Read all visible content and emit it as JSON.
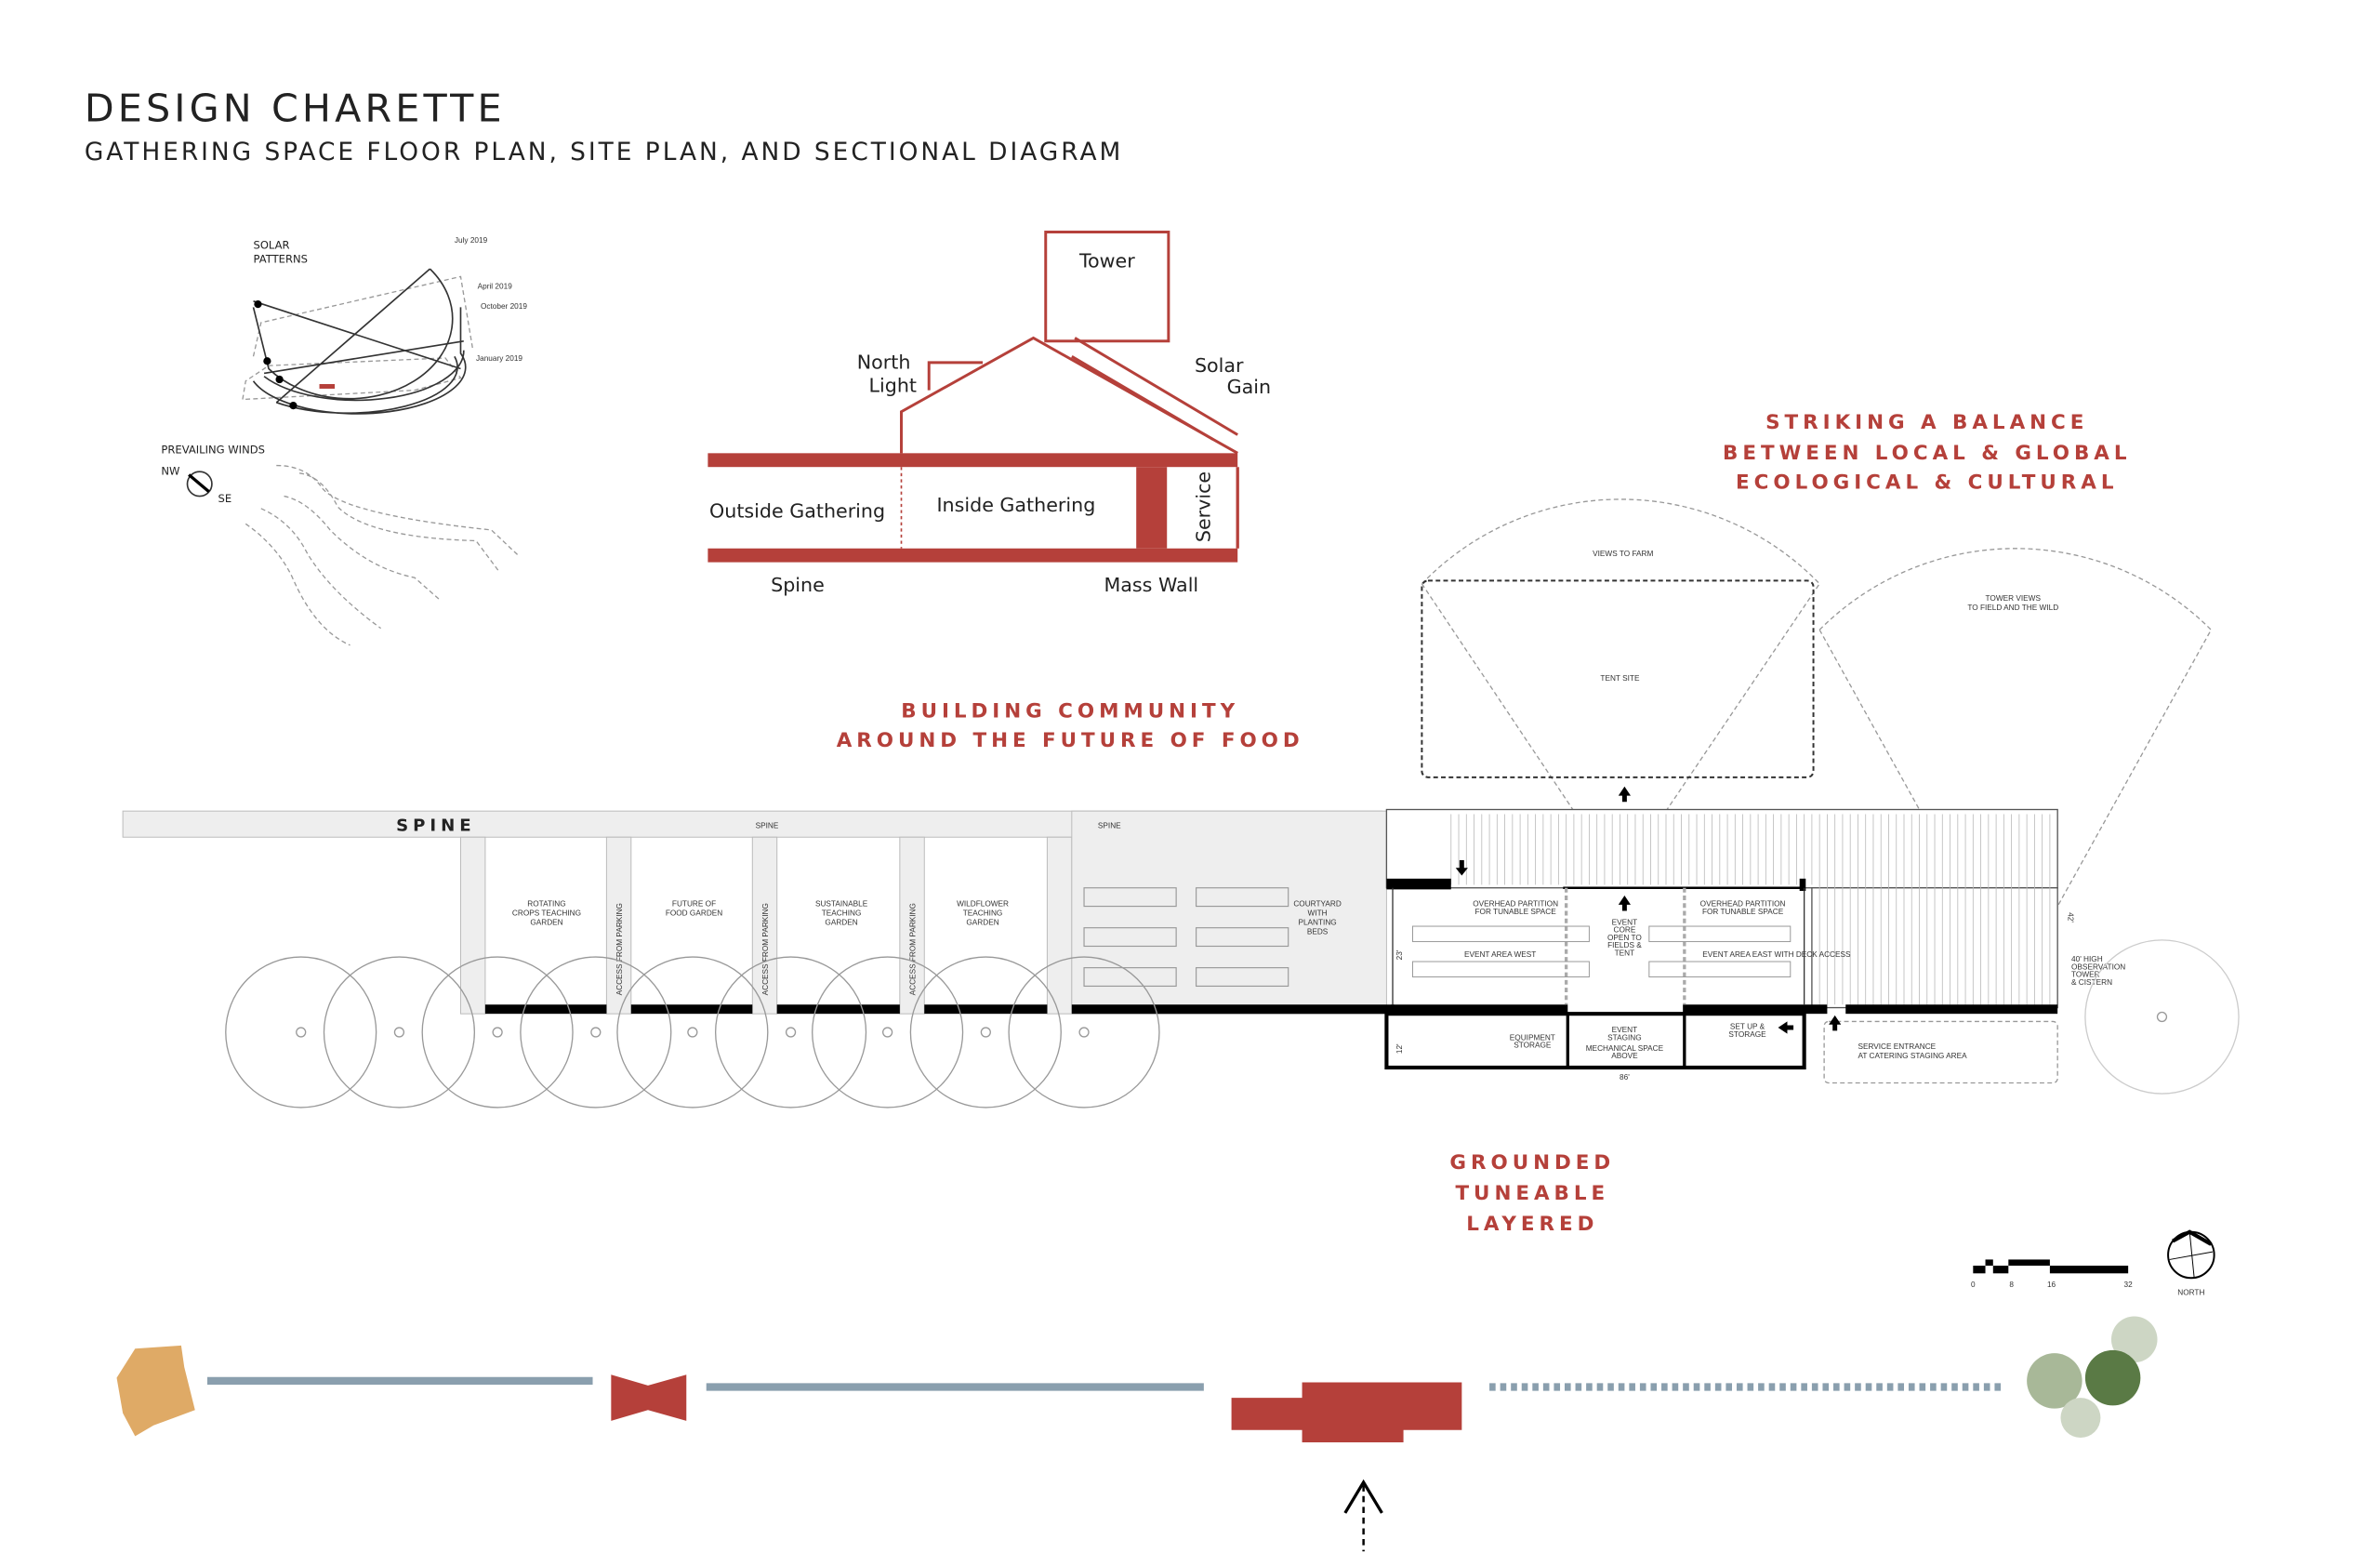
{
  "header": {
    "title": "DESIGN CHARETTE",
    "subtitle": "GATHERING SPACE FLOOR PLAN, SITE PLAN, AND SECTIONAL DIAGRAM"
  },
  "solar": {
    "title_line1": "SOLAR",
    "title_line2": "PATTERNS",
    "months": [
      "July 2019",
      "April 2019",
      "October 2019",
      "January 2019"
    ]
  },
  "winds": {
    "title": "PREVAILING WINDS",
    "from": "NW",
    "to": "SE"
  },
  "section": {
    "tower": "Tower",
    "north_light_1": "North",
    "north_light_2": "Light",
    "solar_gain_1": "Solar",
    "solar_gain_2": "Gain",
    "outside": "Outside Gathering",
    "inside": "Inside Gathering",
    "service": "Service",
    "spine": "Spine",
    "mass_wall": "Mass Wall"
  },
  "headlines": {
    "balance": [
      "STRIKING A BALANCE",
      "BETWEEN LOCAL & GLOBAL",
      "ECOLOGICAL & CULTURAL"
    ],
    "community": [
      "BUILDING COMMUNITY",
      "AROUND THE FUTURE OF FOOD"
    ],
    "grounded": [
      "GROUNDED",
      "TUNEABLE",
      "LAYERED"
    ]
  },
  "plan": {
    "spine_label": "SPINE",
    "spine_small": "SPINE",
    "gardens": [
      [
        "ROTATING",
        "CROPS TEACHING",
        "GARDEN"
      ],
      [
        "FUTURE OF",
        "FOOD GARDEN"
      ],
      [
        "SUSTAINABLE",
        "TEACHING",
        "GARDEN"
      ],
      [
        "WILDFLOWER",
        "TEACHING",
        "GARDEN"
      ]
    ],
    "access": "ACCESS FROM PARKING",
    "courtyard": [
      "COURTYARD",
      "WITH",
      "PLANTING",
      "BEDS"
    ],
    "views_farm": "VIEWS TO FARM",
    "tent_site": "TENT SITE",
    "tower_views": [
      "TOWER VIEWS",
      "TO FIELD AND THE WILD"
    ],
    "partition": [
      "OVERHEAD PARTITION",
      "FOR TUNABLE SPACE"
    ],
    "event_west": "EVENT AREA WEST",
    "event_east": "EVENT AREA EAST WITH DECK ACCESS",
    "event_core": [
      "EVENT",
      "CORE",
      "OPEN TO",
      "FIELDS &",
      "TENT"
    ],
    "equipment": [
      "EQUIPMENT",
      "STORAGE"
    ],
    "staging": [
      "EVENT",
      "STAGING",
      "MECHANICAL SPACE",
      "ABOVE"
    ],
    "setup": [
      "SET UP &",
      "STORAGE"
    ],
    "service": [
      "SERVICE ENTRANCE",
      "AT CATERING  STAGING AREA"
    ],
    "tower": [
      "40' HIGH",
      "OBSERVATION",
      "TOWER",
      "& CISTERN"
    ],
    "dims": {
      "d23": "23'",
      "d12": "12'",
      "d86": "86'",
      "d42": "42'"
    }
  },
  "scale": {
    "ticks": [
      "0",
      "8",
      "16",
      "32"
    ],
    "north": "NORTH"
  },
  "colors": {
    "accent": "#b5403a",
    "path": "#8a9fae",
    "sand": "#dfaa66",
    "green_dark": "#5a7a45",
    "green_mid": "#a8b898",
    "green_light": "#cdd6c4"
  }
}
